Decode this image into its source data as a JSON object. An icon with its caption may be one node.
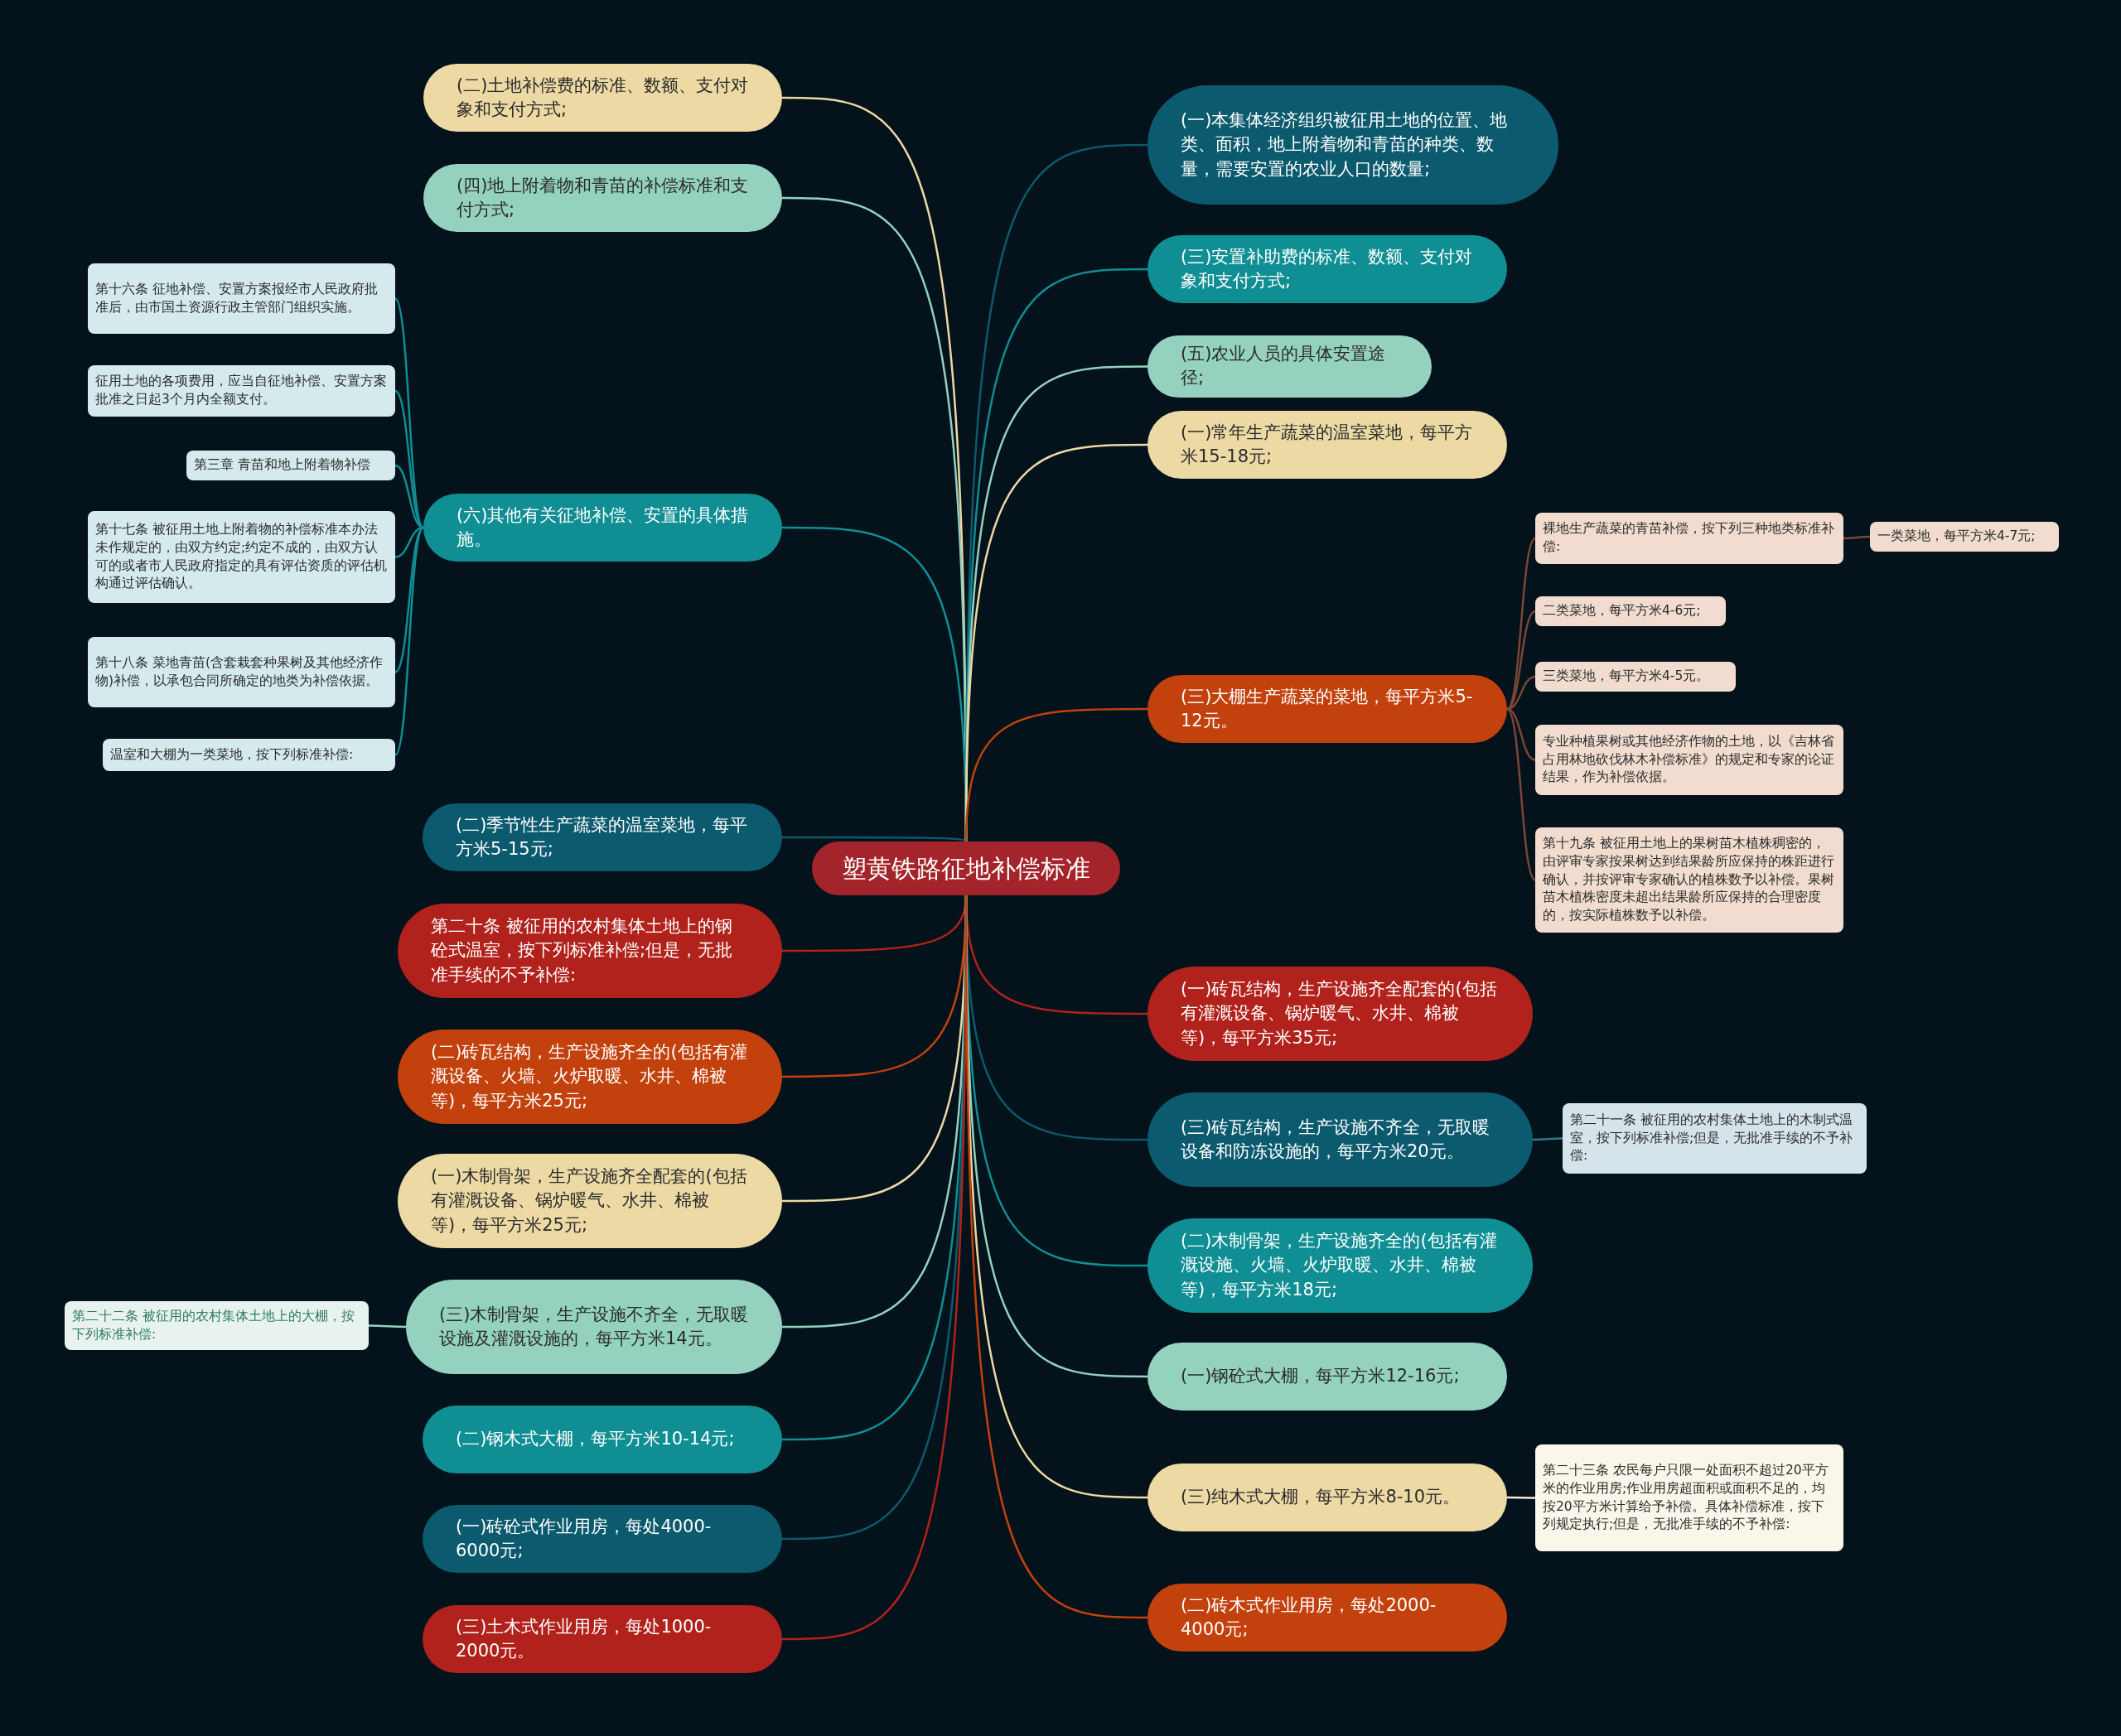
{
  "diagram": {
    "nodes": [
      {
        "text": [
          "塑黄铁路征地补偿标准"
        ]
      },
      {
        "text": [
          "(二)土地补偿费的标准、数额、支付对象和支付方式;"
        ]
      },
      {
        "text": [
          "(四)地上附着物和青苗的补偿标准和支付方式;"
        ]
      },
      {
        "text": [
          "(六)其他有关征地补偿、安置的具体措施。"
        ]
      },
      {
        "text": [
          "第十六条 征地补偿、安置方案报经市人民政府批准后，由市国土资源行政主管部门组织实施。"
        ]
      },
      {
        "text": [
          "征用土地的各项费用，应当自征地补偿、安置方案批准之日起3个月内全额支付。"
        ]
      },
      {
        "text": [
          "第三章 青苗和地上附着物补偿"
        ]
      },
      {
        "text": [
          "第十七条 被征用土地上附着物的补偿标准本办法未作规定的，由双方约定;约定不成的，由双方认可的或者市人民政府指定的具有评估资质的评估机构通过评估确认。"
        ]
      },
      {
        "text": [
          "第十八条 菜地青苗(含套栽套种果树及其他经济作物)补偿，以承包合同所确定的地类为补偿依据。"
        ]
      },
      {
        "text": [
          "温室和大棚为一类菜地，按下列标准补偿:"
        ]
      },
      {
        "text": [
          "(二)季节性生产蔬菜的温室菜地，每平方米5-15元;"
        ]
      },
      {
        "text": [
          "第二十条 被征用的农村集体土地上的钢砼式温室，按下列标准补偿;但是，无批准手续的不予补偿:"
        ]
      },
      {
        "text": [
          "(二)砖瓦结构，生产设施齐全的(包括有灌溉设备、火墙、火炉取暖、水井、棉被等)，每平方米25元;"
        ]
      },
      {
        "text": [
          "(一)木制骨架，生产设施齐全配套的(包括有灌溉设备、锅炉暖气、水井、棉被等)，每平方米25元;"
        ]
      },
      {
        "text": [
          "(三)木制骨架，生产设施不齐全，无取暖设施及灌溉设施的，每平方米14元。"
        ]
      },
      {
        "text": [
          "第二十二条 被征用的农村集体土地上的大棚，按下列标准补偿:"
        ]
      },
      {
        "text": [
          "(二)钢木式大棚，每平方米10-14元;"
        ]
      },
      {
        "text": [
          "(一)砖砼式作业用房，每处4000-6000元;"
        ]
      },
      {
        "text": [
          "(三)土木式作业用房，每处1000-2000元。"
        ]
      },
      {
        "text": [
          "(一)本集体经济组织被征用土地的位置、地类、面积，地上附着物和青苗的种类、数量，需要安置的农业人口的数量;"
        ]
      },
      {
        "text": [
          "(三)安置补助费的标准、数额、支付对象和支付方式;"
        ]
      },
      {
        "text": [
          "(五)农业人员的具体安置途径;"
        ]
      },
      {
        "text": [
          "(一)常年生产蔬菜的温室菜地，每平方米15-18元;"
        ]
      },
      {
        "text": [
          "(三)大棚生产蔬菜的菜地，每平方米5-12元。"
        ]
      },
      {
        "text": [
          "裸地生产蔬菜的青苗补偿，按下列三种地类标准补偿:"
        ]
      },
      {
        "text": [
          "一类菜地，每平方米4-7元;"
        ]
      },
      {
        "text": [
          "二类菜地，每平方米4-6元;"
        ]
      },
      {
        "text": [
          "三类菜地，每平方米4-5元。"
        ]
      },
      {
        "text": [
          "专业种植果树或其他经济作物的土地，以《吉林省占用林地砍伐林木补偿标准》的规定和专家的论证结果，作为补偿依据。"
        ]
      },
      {
        "text": [
          "第十九条 被征用土地上的果树苗木植株稠密的，由评审专家按果树达到结果龄所应保持的株距进行确认，并按评审专家确认的植株数予以补偿。果树苗木植株密度未超出结果龄所应保持的合理密度的，按实际植株数予以补偿。"
        ]
      },
      {
        "text": [
          "(一)砖瓦结构，生产设施齐全配套的(包括有灌溉设备、锅炉暖气、水井、棉被等)，每平方米35元;"
        ]
      },
      {
        "text": [
          "(三)砖瓦结构，生产设施不齐全，无取暖设备和防冻设施的，每平方米20元。"
        ]
      },
      {
        "text": [
          "第二十一条 被征用的农村集体土地上的木制式温室，按下列标准补偿;但是，无批准手续的不予补偿:"
        ]
      },
      {
        "text": [
          "(二)木制骨架，生产设施齐全的(包括有灌溉设施、火墙、火炉取暖、水井、棉被等)，每平方米18元;"
        ]
      },
      {
        "text": [
          "(一)钢砼式大棚，每平方米12-16元;"
        ]
      },
      {
        "text": [
          "(三)纯木式大棚，每平方米8-10元。"
        ]
      },
      {
        "text": [
          "第二十三条 农民每户只限一处面积不超过20平方米的作业用房;作业用房超面积或面积不足的，均按20平方米计算给予补偿。具体补偿标准，按下列规定执行;但是，无批准手续的不予补偿:"
        ]
      },
      {
        "text": [
          "(二)砖木式作业用房，每处2000-4000元;"
        ]
      }
    ],
    "edges": [
      {
        "from": 0,
        "to": 1,
        "arrow": "none",
        "color": "#ecd9a4"
      },
      {
        "from": 0,
        "to": 2,
        "arrow": "none",
        "color": "#94d1bf"
      },
      {
        "from": 0,
        "to": 3,
        "arrow": "none",
        "color": "#0f8e93"
      },
      {
        "from": 3,
        "to": 4,
        "arrow": "none",
        "color": "#0f8e93"
      },
      {
        "from": 3,
        "to": 5,
        "arrow": "none",
        "color": "#0f8e93"
      },
      {
        "from": 3,
        "to": 6,
        "arrow": "none",
        "color": "#0f8e93"
      },
      {
        "from": 3,
        "to": 7,
        "arrow": "none",
        "color": "#0f8e93"
      },
      {
        "from": 3,
        "to": 8,
        "arrow": "none",
        "color": "#0f8e93"
      },
      {
        "from": 3,
        "to": 9,
        "arrow": "none",
        "color": "#0f8e93"
      },
      {
        "from": 0,
        "to": 10,
        "arrow": "none",
        "color": "#0b5a6e"
      },
      {
        "from": 0,
        "to": 11,
        "arrow": "none",
        "color": "#b0221b"
      },
      {
        "from": 0,
        "to": 12,
        "arrow": "none",
        "color": "#c2410c"
      },
      {
        "from": 0,
        "to": 13,
        "arrow": "none",
        "color": "#ecd9a4"
      },
      {
        "from": 0,
        "to": 14,
        "arrow": "none",
        "color": "#94d1bf"
      },
      {
        "from": 14,
        "to": 15,
        "arrow": "none",
        "color": "#94d1bf"
      },
      {
        "from": 0,
        "to": 16,
        "arrow": "none",
        "color": "#0f8e93"
      },
      {
        "from": 0,
        "to": 17,
        "arrow": "none",
        "color": "#0b5a6e"
      },
      {
        "from": 0,
        "to": 18,
        "arrow": "none",
        "color": "#b0221b"
      },
      {
        "from": 0,
        "to": 19,
        "arrow": "none",
        "color": "#0b5a6e"
      },
      {
        "from": 0,
        "to": 20,
        "arrow": "none",
        "color": "#0f8e93"
      },
      {
        "from": 0,
        "to": 21,
        "arrow": "none",
        "color": "#94d1bf"
      },
      {
        "from": 0,
        "to": 22,
        "arrow": "none",
        "color": "#ecd9a4"
      },
      {
        "from": 0,
        "to": 23,
        "arrow": "none",
        "color": "#c2410c"
      },
      {
        "from": 23,
        "to": 24,
        "arrow": "none",
        "color": "#7a4636"
      },
      {
        "from": 24,
        "to": 25,
        "arrow": "none",
        "color": "#7a4636"
      },
      {
        "from": 23,
        "to": 26,
        "arrow": "none",
        "color": "#7a4636"
      },
      {
        "from": 23,
        "to": 27,
        "arrow": "none",
        "color": "#7a4636"
      },
      {
        "from": 23,
        "to": 28,
        "arrow": "none",
        "color": "#7a4636"
      },
      {
        "from": 23,
        "to": 29,
        "arrow": "none",
        "color": "#7a4636"
      },
      {
        "from": 0,
        "to": 30,
        "arrow": "none",
        "color": "#b0221b"
      },
      {
        "from": 0,
        "to": 31,
        "arrow": "none",
        "color": "#0b5a6e"
      },
      {
        "from": 31,
        "to": 32,
        "arrow": "none",
        "color": "#2a7a8a"
      },
      {
        "from": 0,
        "to": 33,
        "arrow": "none",
        "color": "#0f8e93"
      },
      {
        "from": 0,
        "to": 34,
        "arrow": "none",
        "color": "#94d1bf"
      },
      {
        "from": 0,
        "to": 35,
        "arrow": "none",
        "color": "#ecd9a4"
      },
      {
        "from": 35,
        "to": 36,
        "arrow": "none",
        "color": "#f3ead0"
      },
      {
        "from": 0,
        "to": 37,
        "arrow": "none",
        "color": "#c2410c"
      }
    ]
  }
}
